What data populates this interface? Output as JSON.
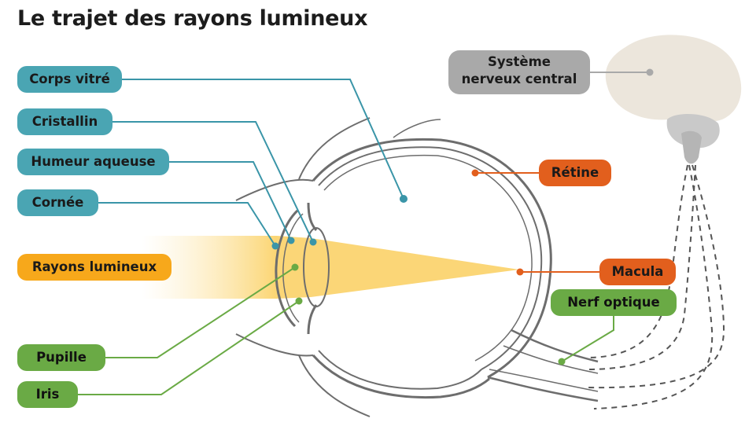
{
  "title": "Le trajet des rayons lumineux",
  "labels": {
    "corps_vitre": "Corps vitré",
    "cristallin": "Cristallin",
    "humeur_aqueuse": "Humeur aqueuse",
    "cornee": "Cornée",
    "rayons_lumineux": "Rayons lumineux",
    "pupille": "Pupille",
    "iris": "Iris",
    "retine": "Rétine",
    "macula": "Macula",
    "nerf_optique": "Nerf optique",
    "snc_line1": "Système",
    "snc_line2": "nerveux central"
  },
  "colors": {
    "teal": "#4aa5b3",
    "orange": "#e25f1d",
    "green": "#6aaa45",
    "yellow": "#f7a81b",
    "grey": "#a9a9a9"
  }
}
